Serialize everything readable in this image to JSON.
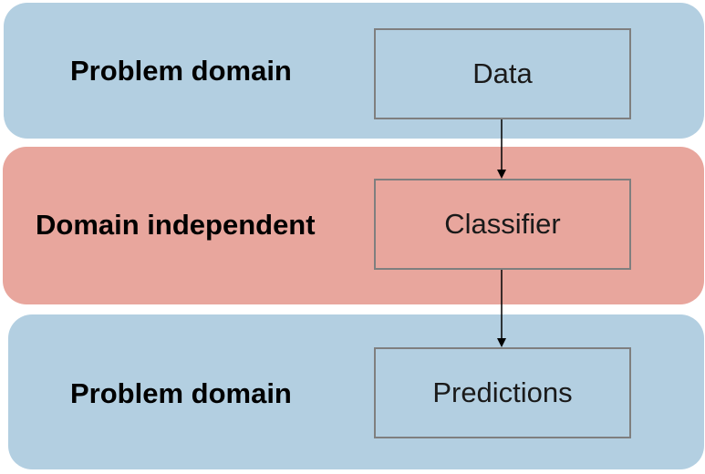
{
  "bands": {
    "top": {
      "label": "Problem domain",
      "color": "#b3cfe1"
    },
    "middle": {
      "label": "Domain independent",
      "color": "#e8a69d"
    },
    "bottom": {
      "label": "Problem domain",
      "color": "#b3cfe1"
    }
  },
  "nodes": {
    "data": "Data",
    "classifier": "Classifier",
    "predictions": "Predictions"
  },
  "edges": [
    {
      "from": "Data",
      "to": "Classifier"
    },
    {
      "from": "Classifier",
      "to": "Predictions"
    }
  ]
}
